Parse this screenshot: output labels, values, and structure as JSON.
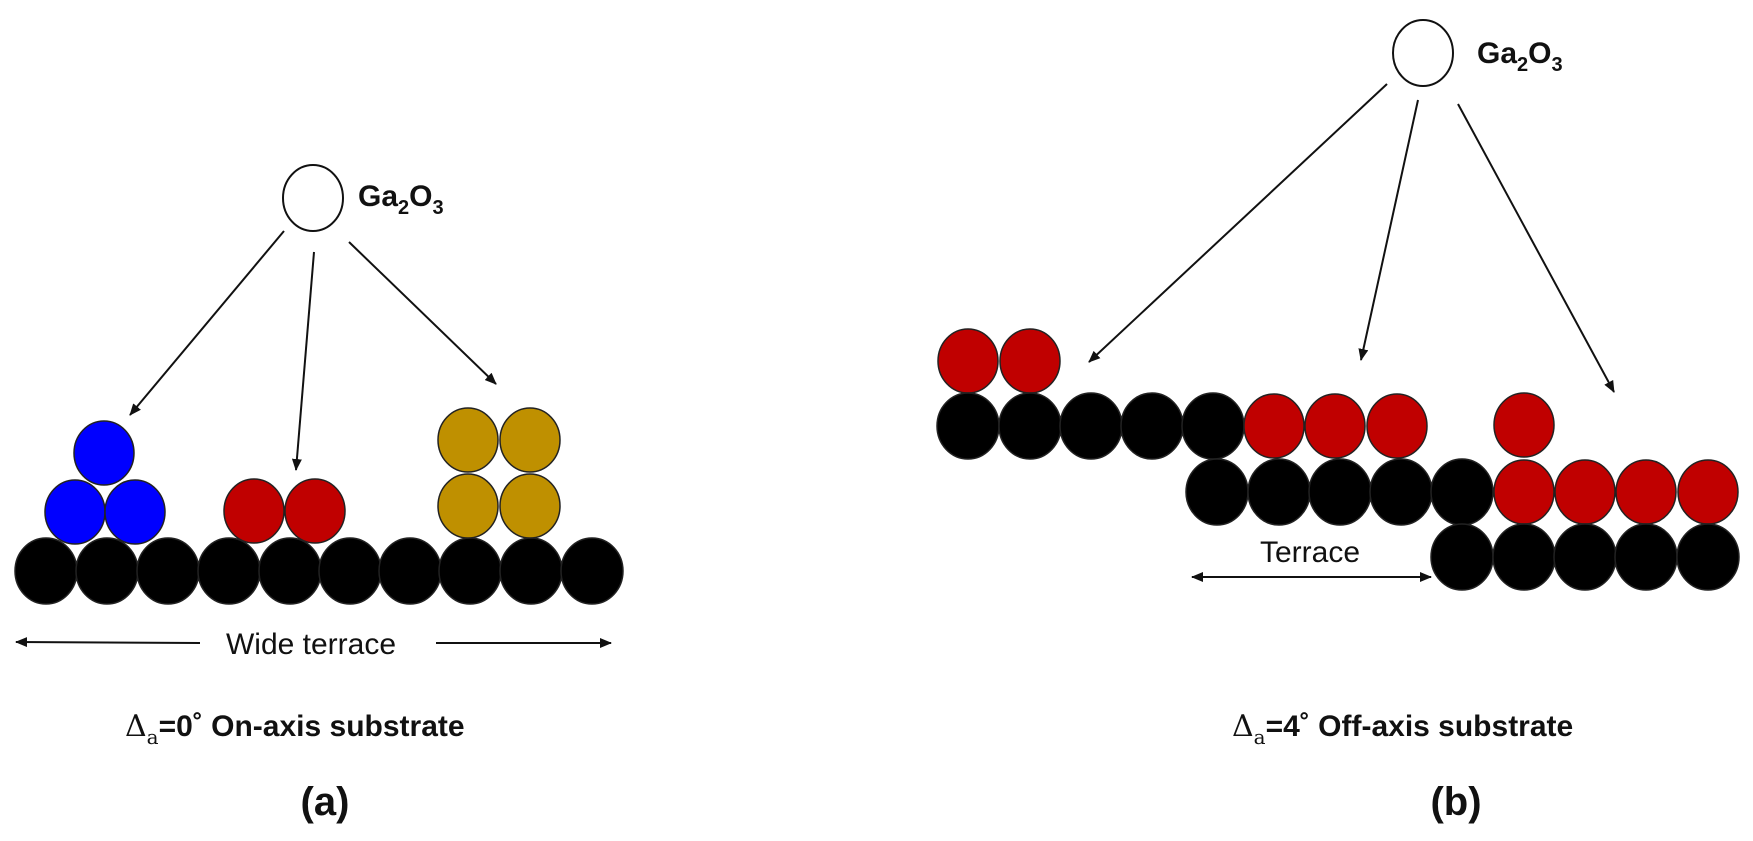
{
  "colors": {
    "substrate": "#000000",
    "blue_atom": "#0000ff",
    "red_atom": "#c00000",
    "gold_atom": "#bf9000",
    "outline": "#222222",
    "arrow": "#111111"
  },
  "panel_a": {
    "source": {
      "label_main": "Ga",
      "sub1": "2",
      "label_mid": "O",
      "sub2": "3"
    },
    "terrace_label": "Wide terrace",
    "caption": {
      "delta": "Δ",
      "delta_sub": "a",
      "value": "=0˚ On-axis substrate"
    },
    "panel_label": "(a)"
  },
  "panel_b": {
    "source": {
      "label_main": "Ga",
      "sub1": "2",
      "label_mid": "O",
      "sub2": "3"
    },
    "terrace_label": "Terrace",
    "caption": {
      "delta": "Δ",
      "delta_sub": "a",
      "value": "=4˚ Off-axis substrate"
    },
    "panel_label": "(b)"
  }
}
